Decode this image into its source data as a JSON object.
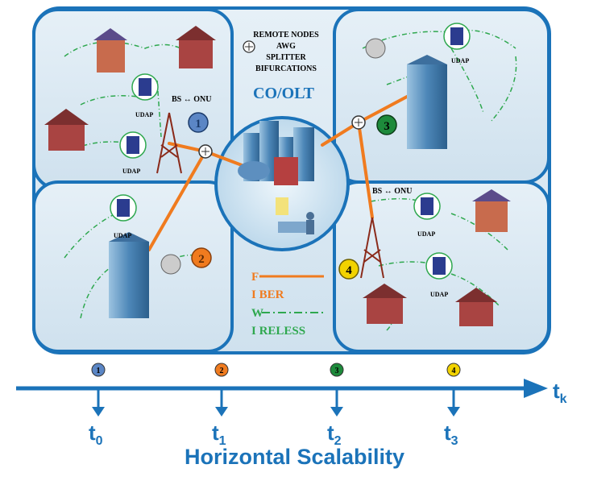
{
  "center": {
    "header": [
      "REMOTE NODES",
      "AWG",
      "SPLITTER",
      "BIFURCATIONS"
    ],
    "title": "CO/OLT"
  },
  "legend": {
    "fiber_line1": "F",
    "fiber_line2": "I BER",
    "wireless_line1": "W",
    "wireless_line2": "I RELESS",
    "fiber_color": "#f07b1f",
    "wireless_color": "#2fa84f"
  },
  "regions": {
    "r1": {
      "badge": "1",
      "label_bs": "BS ↔ ONU",
      "udap": [
        "UDAP",
        "UDAP"
      ],
      "badge_color": "#5b86c5"
    },
    "r2": {
      "badge": "2",
      "udap": [
        "UDAP"
      ],
      "badge_color": "#f07b1f"
    },
    "r3": {
      "badge": "3",
      "udap": [
        "UDAP"
      ],
      "badge_color": "#1d8a3b"
    },
    "r4": {
      "badge": "4",
      "label_bs": "BS ↔ ONU",
      "udap": [
        "UDAP",
        "UDAP"
      ],
      "badge_color": "#f2d300"
    }
  },
  "timeline": {
    "axis_label": "t",
    "axis_sub": "k",
    "ticks": [
      {
        "badge": "1",
        "label": "t",
        "sub": "0",
        "color": "#5b86c5"
      },
      {
        "badge": "2",
        "label": "t",
        "sub": "1",
        "color": "#f07b1f"
      },
      {
        "badge": "3",
        "label": "t",
        "sub": "2",
        "color": "#1d8a3b"
      },
      {
        "badge": "4",
        "label": "t",
        "sub": "3",
        "color": "#f2d300"
      }
    ],
    "caption": "Horizontal Scalability"
  },
  "colors": {
    "frame": "#1b73b9",
    "panel_fill": "#d8e8f3",
    "accent": "#1b73b9"
  }
}
